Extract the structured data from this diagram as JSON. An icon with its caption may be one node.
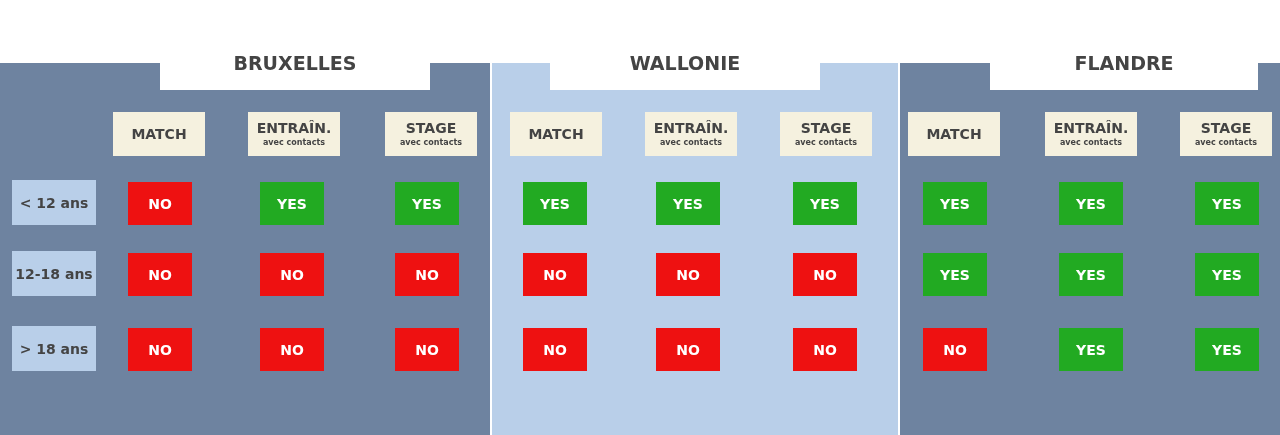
{
  "diagram": {
    "nodes": [
      {
        "text": [
          "BRUXELLES"
        ]
      },
      {
        "text": [
          "MATCH"
        ],
        "in": 0
      },
      {
        "text": [
          "ENTRAÎN.",
          "avec contacts"
        ],
        "in": 0
      },
      {
        "text": [
          "STAGE",
          "avec contacts"
        ],
        "in": 0
      },
      {
        "text": [
          "< 12 ans"
        ],
        "in": 0
      },
      {
        "text": [
          "NO"
        ],
        "in": 0
      },
      {
        "text": [
          "YES"
        ],
        "in": 0
      },
      {
        "text": [
          "YES"
        ],
        "in": 0
      },
      {
        "text": [
          "12-18 ans"
        ],
        "in": 0
      },
      {
        "text": [
          "NO"
        ],
        "in": 0
      },
      {
        "text": [
          "NO"
        ],
        "in": 0
      },
      {
        "text": [
          "NO"
        ],
        "in": 0
      },
      {
        "text": [
          "> 18 ans"
        ],
        "in": 0
      },
      {
        "text": [
          "NO"
        ],
        "in": 0
      },
      {
        "text": [
          "NO"
        ],
        "in": 0
      },
      {
        "text": [
          "NO"
        ],
        "in": 0
      },
      {
        "text": [
          "WALLONIE"
        ]
      },
      {
        "text": [
          "MATCH"
        ],
        "in": 16
      },
      {
        "text": [
          "ENTRAÎN.",
          "avec contacts"
        ],
        "in": 16
      },
      {
        "text": [
          "STAGE",
          "avec contacts"
        ],
        "in": 16
      },
      {
        "text": [
          "YES"
        ],
        "in": 16
      },
      {
        "text": [
          "YES"
        ],
        "in": 16
      },
      {
        "text": [
          "YES"
        ],
        "in": 16
      },
      {
        "text": [
          "NO"
        ],
        "in": 16
      },
      {
        "text": [
          "NO"
        ],
        "in": 16
      },
      {
        "text": [
          "NO"
        ],
        "in": 16
      },
      {
        "text": [
          "NO"
        ],
        "in": 16
      },
      {
        "text": [
          "NO"
        ],
        "in": 16
      },
      {
        "text": [
          "NO"
        ],
        "in": 16
      },
      {
        "text": [
          "FLANDRE"
        ]
      },
      {
        "text": [
          "MATCH"
        ],
        "in": 29
      },
      {
        "text": [
          "ENTRAÎN.",
          "avec contacts"
        ],
        "in": 29
      },
      {
        "text": [
          "STAGE",
          "avec contacts"
        ],
        "in": 29
      },
      {
        "text": [
          "YES"
        ],
        "in": 29
      },
      {
        "text": [
          "YES"
        ],
        "in": 29
      },
      {
        "text": [
          "YES"
        ],
        "in": 29
      },
      {
        "text": [
          "YES"
        ],
        "in": 29
      },
      {
        "text": [
          "YES"
        ],
        "in": 29
      },
      {
        "text": [
          "YES"
        ],
        "in": 29
      },
      {
        "text": [
          "NO"
        ],
        "in": 29
      },
      {
        "text": [
          "YES"
        ],
        "in": 29
      },
      {
        "text": [
          "YES"
        ],
        "in": 29
      }
    ]
  }
}
